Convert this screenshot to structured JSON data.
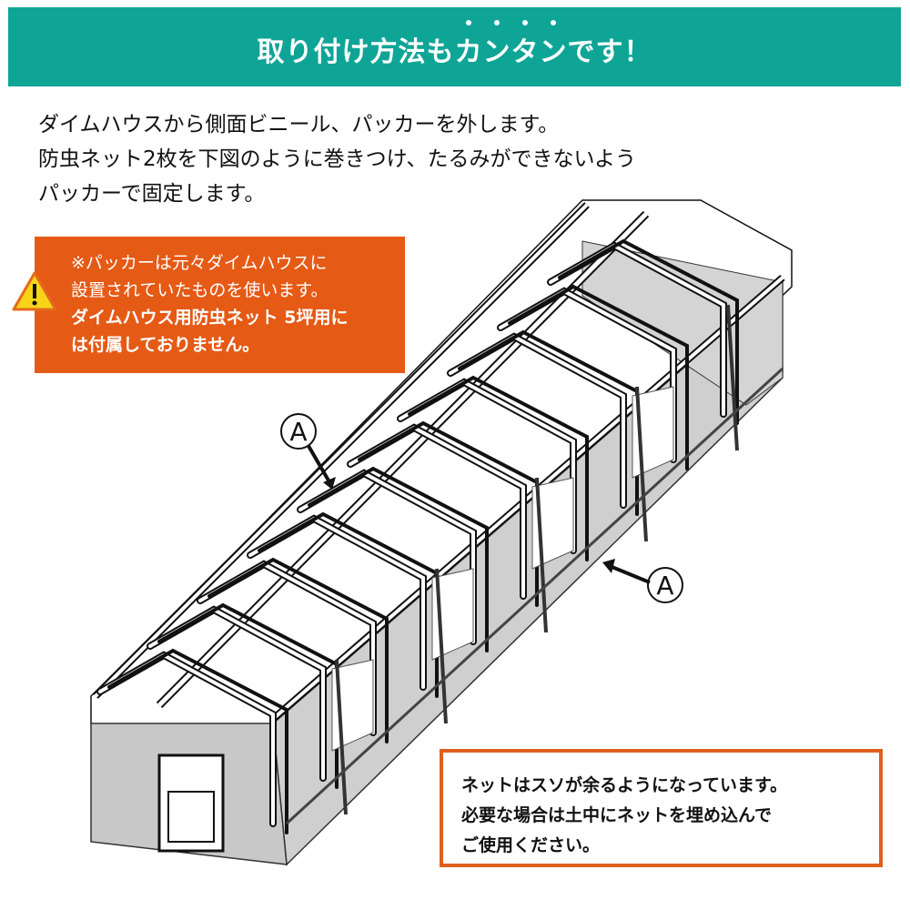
{
  "header": {
    "title_parts": [
      "取り付け方法も",
      "カ",
      "ン",
      "タ",
      "ン",
      "です！"
    ],
    "emphasized_word": "カンタン",
    "background_color": "#0ea596"
  },
  "intro": {
    "lines": [
      "ダイムハウスから側面ビニール、パッカーを外します。",
      "防虫ネット2枚を下図のように巻きつけ、たるみができないよう",
      "パッカーで固定します。"
    ]
  },
  "warning": {
    "icon": "warning-triangle-icon",
    "lines": [
      "※パッカーは元々ダイムハウスに",
      "設置されていたものを使います。",
      "ダイムハウス用防虫ネット 5坪用に",
      "は付属しておりません。"
    ],
    "background_color": "#e55a15"
  },
  "illustration": {
    "subject": "greenhouse-frame-with-insect-net",
    "callouts": [
      {
        "label": "A",
        "position": "upper-left"
      },
      {
        "label": "A",
        "position": "right-side"
      }
    ]
  },
  "note": {
    "lines": [
      "ネットはスソが余るようになっています。",
      "必要な場合は土中にネットを埋め込んで",
      "ご使用ください。"
    ],
    "border_color": "#e0601f"
  }
}
